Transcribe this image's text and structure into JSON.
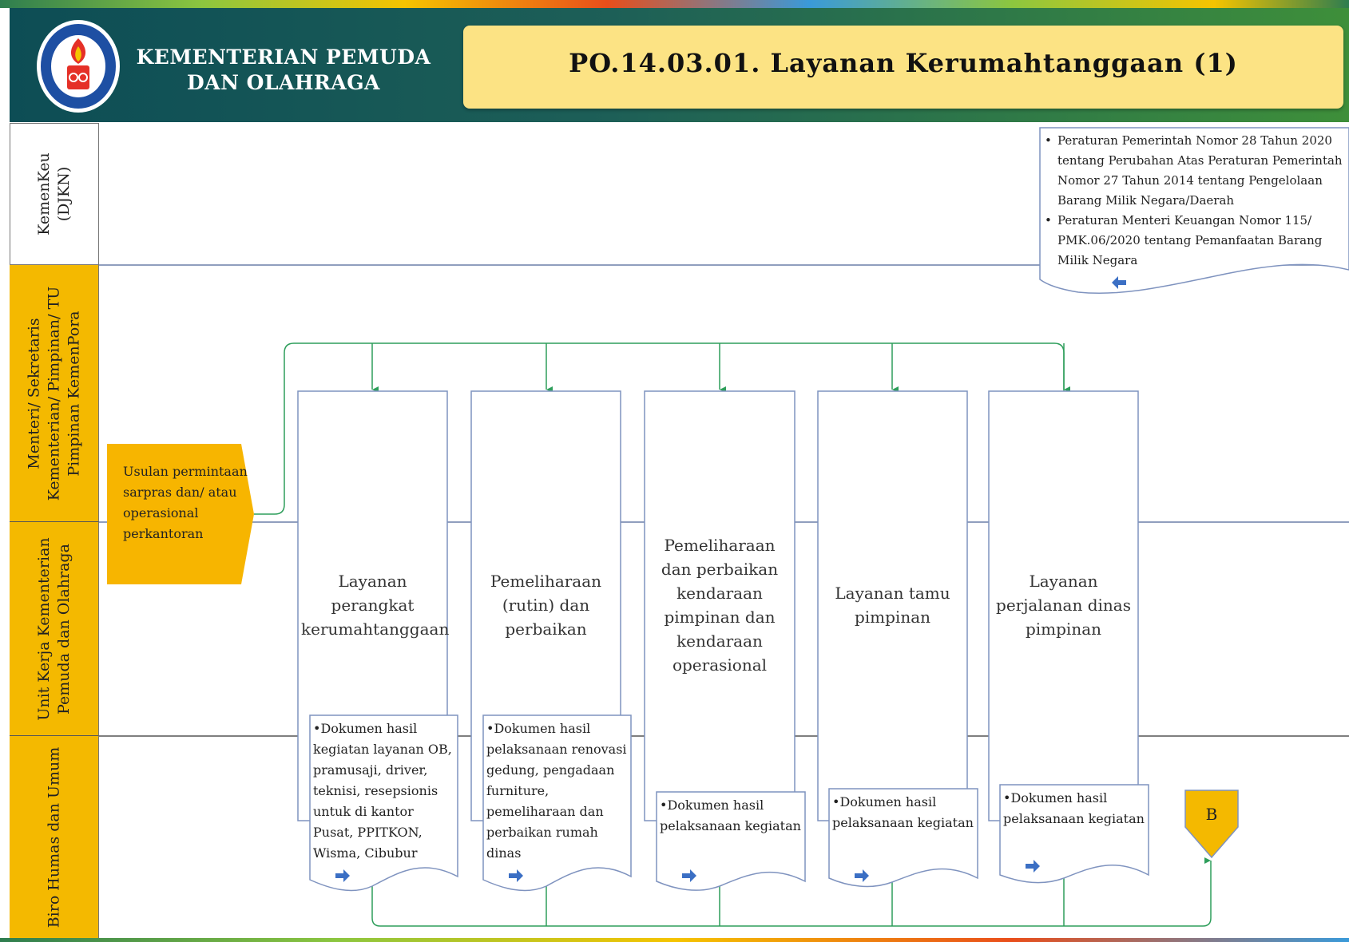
{
  "header": {
    "ministry_name": "KEMENTERIAN PEMUDA DAN OLAHRAGA",
    "title": "PO.14.03.01.  Layanan Kerumahtanggaan (1)",
    "logo": "kemenpora-logo"
  },
  "lanes": [
    {
      "label": "KemenKeu (DJKN)"
    },
    {
      "label": "Menteri/ Sekretaris Kementerian/ Pimpinan/ TU Pimpinan KemenPora"
    },
    {
      "label": "Unit Kerja Kementerian Pemuda dan Olahraga"
    },
    {
      "label": "Biro Humas dan Umum"
    }
  ],
  "references": [
    "Peraturan Pemerintah Nomor 28 Tahun 2020 tentang Perubahan Atas Peraturan Pemerintah Nomor 27 Tahun 2014 tentang Pengelolaan Barang Milik Negara/Daerah",
    "Peraturan Menteri Keuangan Nomor 115/ PMK.06/2020 tentang Pemanfaatan Barang Milik Negara"
  ],
  "start": {
    "text": "Usulan permintaan sarpras dan/ atau operasional perkantoran"
  },
  "processes": [
    {
      "label": "Layanan perangkat kerumahtanggaan"
    },
    {
      "label": "Pemeliharaan (rutin) dan perbaikan"
    },
    {
      "label": "Pemeliharaan dan perbaikan kendaraan pimpinan dan kendaraan operasional"
    },
    {
      "label": "Layanan tamu pimpinan"
    },
    {
      "label": "Layanan perjalanan dinas pimpinan"
    }
  ],
  "documents": [
    {
      "text": "•Dokumen hasil kegiatan layanan OB, pramusaji, driver, teknisi, resepsionis untuk di kantor Pusat, PPITKON, Wisma, Cibubur"
    },
    {
      "text": "•Dokumen hasil pelaksanaan renovasi gedung, pengadaan furniture, pemeliharaan dan perbaikan rumah dinas"
    },
    {
      "text": "•Dokumen hasil pelaksanaan kegiatan"
    },
    {
      "text": "•Dokumen hasil pelaksanaan kegiatan"
    },
    {
      "text": "•Dokumen hasil pelaksanaan kegiatan"
    }
  ],
  "connector": {
    "label": "B"
  },
  "colors": {
    "header_bg": "#1d5f57",
    "title_bg": "#fce384",
    "lane_label_bg": "#f4b900",
    "start_shape": "#f7b500",
    "arrow_green": "#2e9e5b",
    "doc_arrow": "#3b6fc4"
  }
}
